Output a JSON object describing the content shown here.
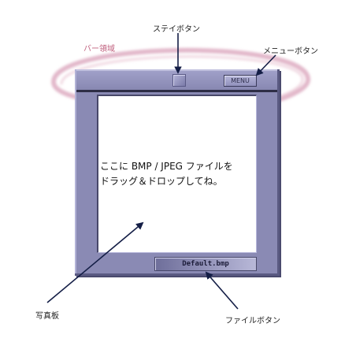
{
  "window": {
    "menu_label": "MENU",
    "drop_message_line1": "ここに BMP / JPEG ファイルを",
    "drop_message_line2": "ドラッグ＆ドロップしてね。",
    "file_label": "Default.bmp"
  },
  "callouts": {
    "bar_area": "バー領域",
    "stay_button": "ステイボタン",
    "menu_button": "メニューボタン",
    "photo_board": "写真板",
    "file_button": "ファイルボタン"
  },
  "colors": {
    "frame": "#8a8ab4",
    "ring": "#d8a0b8",
    "arrow": "#141e46",
    "bar_area_label": "#c0607e"
  }
}
